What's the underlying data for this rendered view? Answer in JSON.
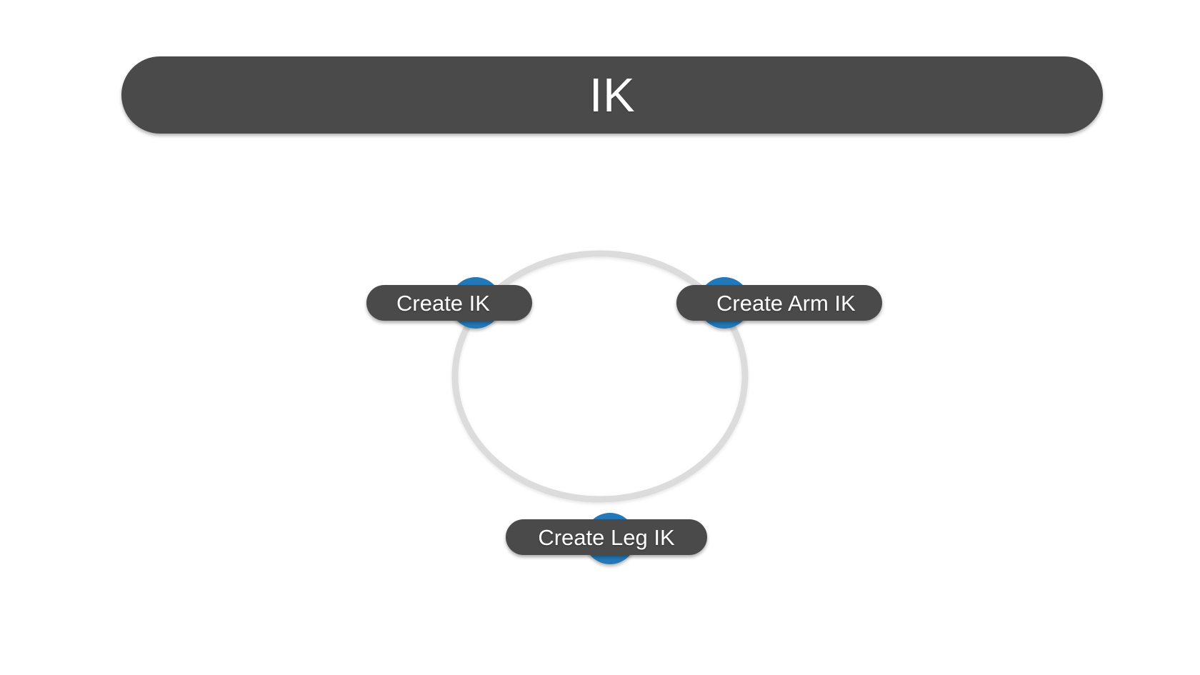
{
  "header": {
    "title": "IK"
  },
  "diagram": {
    "type": "radial-node-graph",
    "layout": "circle",
    "ring_color": "#dcdcdc",
    "node_color": "#2379b8",
    "pill_color": "#4a4a4a",
    "label_color": "#ffffff",
    "background_color": "#ffffff",
    "nodes": [
      {
        "id": "create-ik",
        "label": "Create IK",
        "position": "left",
        "icon": "node-dot-icon"
      },
      {
        "id": "create-arm-ik",
        "label": "Create Arm IK",
        "position": "right",
        "icon": "node-dot-icon"
      },
      {
        "id": "create-leg-ik",
        "label": "Create Leg IK",
        "position": "bottom",
        "icon": "node-dot-icon"
      }
    ]
  }
}
